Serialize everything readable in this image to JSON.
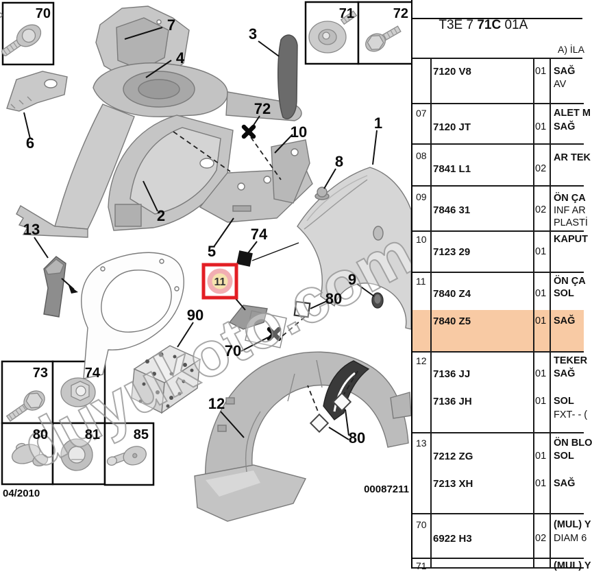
{
  "title": {
    "prefix": "T3E 7 ",
    "bold": "71C",
    "suffix": " 01A"
  },
  "header_note": "A) İLA",
  "colors": {
    "highlight_row": "#f8caa4",
    "marker_red": "#e31e24",
    "marker_ring_pink": "#f2aeb2",
    "marker_fill_yellow": "#f6e3ae"
  },
  "table": {
    "rows": [
      {
        "num": "",
        "part1": "7120 V8",
        "qty1": "01",
        "desc1": "SAĞ",
        "desc2": "AV"
      },
      {
        "num": "07",
        "desc1": "ALET M",
        "part1": "7120 JT",
        "qty1": "01",
        "desc2": "SAĞ"
      },
      {
        "num": "08",
        "desc1": "AR TEK",
        "part1": "7841 L1",
        "qty1": "02"
      },
      {
        "num": "09",
        "desc1": "ÖN ÇA",
        "part1": "7846 31",
        "qty1": "02",
        "desc2": "INF AR",
        "desc3": "PLASTİ"
      },
      {
        "num": "10",
        "desc1": "KAPUT",
        "part1": "7123 29",
        "qty1": "01"
      },
      {
        "num": "11",
        "desc1": "ÖN ÇA",
        "part1": "7840 Z4",
        "qty1": "01",
        "desc2": "SOL",
        "part2": "7840 Z5",
        "qty2": "01",
        "desc3": "SAĞ"
      },
      {
        "num": "12",
        "desc1": "TEKER",
        "part1": "7136 JJ",
        "qty1": "01",
        "desc2": "SAĞ",
        "part2": "7136 JH",
        "qty2": "01",
        "desc3": "SOL",
        "desc4": "FXT- - ("
      },
      {
        "num": "13",
        "desc1": "ÖN BLO",
        "part1": "7212 ZG",
        "qty1": "01",
        "desc2": "SOL",
        "part2": "7213 XH",
        "qty2": "01",
        "desc3": "SAĞ"
      },
      {
        "num": "70",
        "desc1": "(MUL) Y",
        "part1": "6922 H3",
        "qty1": "02",
        "desc2": "DIAM 6"
      },
      {
        "num": "71",
        "desc1": "(MUL) Y"
      }
    ]
  },
  "diagram": {
    "watermark": "duyukoto.com",
    "date": "04/2010",
    "doc_number": "00087211",
    "inset_labels": {
      "b70": "70",
      "b71": "71",
      "b72": "72",
      "b73": "73",
      "b74": "74",
      "b80": "80",
      "b81": "81",
      "b85": "85"
    },
    "callouts": {
      "c1": "1",
      "c2": "2",
      "c3": "3",
      "c4": "4",
      "c5": "5",
      "c6": "6",
      "c7": "7",
      "c8": "8",
      "c9": "9",
      "c10": "10",
      "c11": "11",
      "c12": "12",
      "c13": "13",
      "c70": "70",
      "c72": "72",
      "c74": "74",
      "c80a": "80",
      "c80b": "80",
      "c90": "90"
    }
  }
}
